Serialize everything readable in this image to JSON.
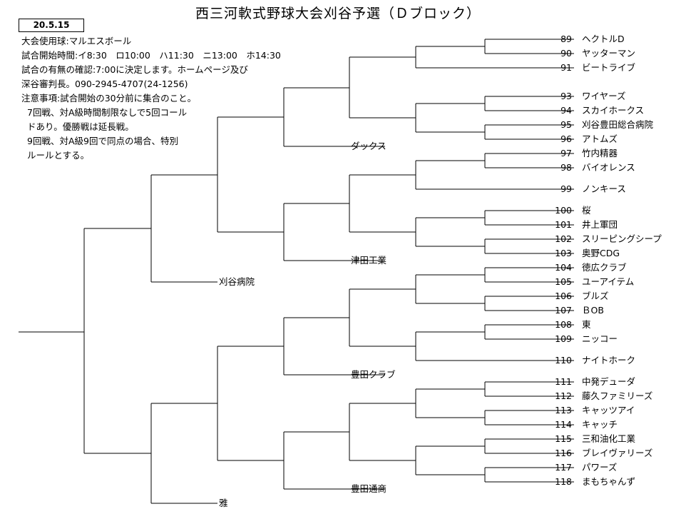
{
  "title": "西三河軟式野球大会刈谷予選（Ｄブロック）",
  "date": "20.5.15",
  "notes": [
    "大会使用球:マルエスボール",
    "試合開始時間:イ8:30　ロ10:00　ハ11:30　ニ13:00　ホ14:30",
    "試合の有無の確認:7:00に決定します。ホームページ及び",
    "深谷審判長。090-2945-4707(24-1256)",
    "注意事項:試合開始の30分前に集合のこと。",
    "7回戦、対A級時間制限なしで5回コール",
    "ドあり。優勝戦は延長戦。",
    "9回戦、対A級9回で同点の場合、特別",
    "ルールとする。"
  ],
  "teams": [
    {
      "num": "89",
      "name": "ヘクトルD"
    },
    {
      "num": "90",
      "name": "ヤッターマン"
    },
    {
      "num": "91",
      "name": "ビートライブ"
    },
    {
      "num": "93",
      "name": "ワイヤーズ"
    },
    {
      "num": "94",
      "name": "スカイホークス"
    },
    {
      "num": "95",
      "name": "刈谷豊田総合病院"
    },
    {
      "num": "96",
      "name": "アトムズ"
    },
    {
      "num": "97",
      "name": "竹内精器"
    },
    {
      "num": "98",
      "name": "バイオレンス"
    },
    {
      "num": "99",
      "name": "ノンキース"
    },
    {
      "num": "100",
      "name": "桜"
    },
    {
      "num": "101",
      "name": "井上軍団"
    },
    {
      "num": "102",
      "name": "スリーピングシープ"
    },
    {
      "num": "103",
      "name": "奥野CDG"
    },
    {
      "num": "104",
      "name": "徳広クラブ"
    },
    {
      "num": "105",
      "name": "ユーアイテム"
    },
    {
      "num": "106",
      "name": "ブルズ"
    },
    {
      "num": "107",
      "name": "ＢOB"
    },
    {
      "num": "108",
      "name": "東"
    },
    {
      "num": "109",
      "name": "ニッコー"
    },
    {
      "num": "110",
      "name": "ナイトホーク"
    },
    {
      "num": "111",
      "name": "中発デューダ"
    },
    {
      "num": "112",
      "name": "藤久ファミリーズ"
    },
    {
      "num": "113",
      "name": "キャッツアイ"
    },
    {
      "num": "114",
      "name": "キャッチ"
    },
    {
      "num": "115",
      "name": "三和油化工業"
    },
    {
      "num": "116",
      "name": "ブレイヴァリーズ"
    },
    {
      "num": "117",
      "name": "パワーズ"
    },
    {
      "num": "118",
      "name": "まもちゃんず"
    }
  ],
  "winners": [
    {
      "name": "ダックス"
    },
    {
      "name": "津田工業"
    },
    {
      "name": "刈谷病院"
    },
    {
      "name": "豊田クラブ"
    },
    {
      "name": "豊田通商"
    },
    {
      "name": "雅"
    }
  ]
}
